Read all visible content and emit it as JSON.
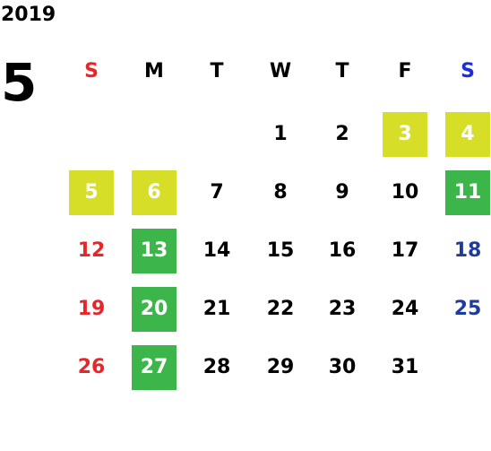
{
  "calendar": {
    "year": "2019",
    "month": "5",
    "colors": {
      "default_text": "#000000",
      "sunday_text": "#e8262a",
      "saturday_header_text": "#1c2fd6",
      "saturday_text": "#1f3c9c",
      "on_highlight_text": "#ffffff",
      "yellow_highlight": "#d6de28",
      "green_highlight": "#3cb54a"
    },
    "weekdays": [
      {
        "label": "S",
        "kind": "sun"
      },
      {
        "label": "M",
        "kind": "weekday"
      },
      {
        "label": "T",
        "kind": "weekday"
      },
      {
        "label": "W",
        "kind": "weekday"
      },
      {
        "label": "T",
        "kind": "weekday"
      },
      {
        "label": "F",
        "kind": "weekday"
      },
      {
        "label": "S",
        "kind": "sat"
      }
    ],
    "weeks": [
      [
        null,
        null,
        null,
        {
          "day": "1"
        },
        {
          "day": "2"
        },
        {
          "day": "3",
          "highlight": "yellow"
        },
        {
          "day": "4",
          "highlight": "yellow"
        }
      ],
      [
        {
          "day": "5",
          "highlight": "yellow"
        },
        {
          "day": "6",
          "highlight": "yellow"
        },
        {
          "day": "7"
        },
        {
          "day": "8"
        },
        {
          "day": "9"
        },
        {
          "day": "10"
        },
        {
          "day": "11",
          "highlight": "green"
        }
      ],
      [
        {
          "day": "12"
        },
        {
          "day": "13",
          "highlight": "green"
        },
        {
          "day": "14"
        },
        {
          "day": "15"
        },
        {
          "day": "16"
        },
        {
          "day": "17"
        },
        {
          "day": "18"
        }
      ],
      [
        {
          "day": "19"
        },
        {
          "day": "20",
          "highlight": "green"
        },
        {
          "day": "21"
        },
        {
          "day": "22"
        },
        {
          "day": "23"
        },
        {
          "day": "24"
        },
        {
          "day": "25"
        }
      ],
      [
        {
          "day": "26"
        },
        {
          "day": "27",
          "highlight": "green"
        },
        {
          "day": "28"
        },
        {
          "day": "29"
        },
        {
          "day": "30"
        },
        {
          "day": "31"
        },
        null
      ]
    ]
  }
}
